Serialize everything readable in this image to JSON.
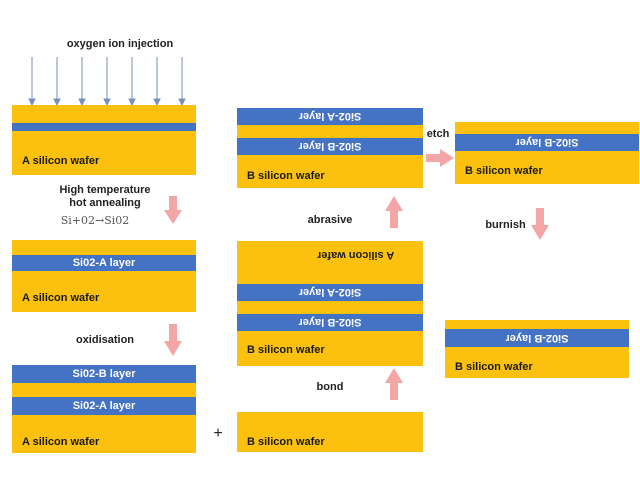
{
  "labels": {
    "oxygen_ion_injection": "oxygen ion injection",
    "high_temp_line1": "High temperature",
    "high_temp_line2": "hot annealing",
    "reaction": "Si+02→Si02",
    "oxidisation": "oxidisation",
    "plus": "+",
    "bond": "bond",
    "abrasive": "abrasive",
    "etch": "etch",
    "burnish": "burnish"
  },
  "layers": {
    "a_silicon_wafer": "A silicon wafer",
    "b_silicon_wafer": "B silicon wafer",
    "sio2_a": "Si02-A layer",
    "sio2_b": "Si02-B layer",
    "sio2_a_flipped": "Si02-A layer",
    "sio2_b_flipped": "Si02-B layer",
    "a_silicon_wafer_flipped": "A silicon wafer"
  },
  "colors": {
    "silicon": "#fbc10e",
    "oxide": "#4472c4",
    "process_arrow": "#f4a6a6",
    "injection_arrow": "#7a8fb8"
  }
}
